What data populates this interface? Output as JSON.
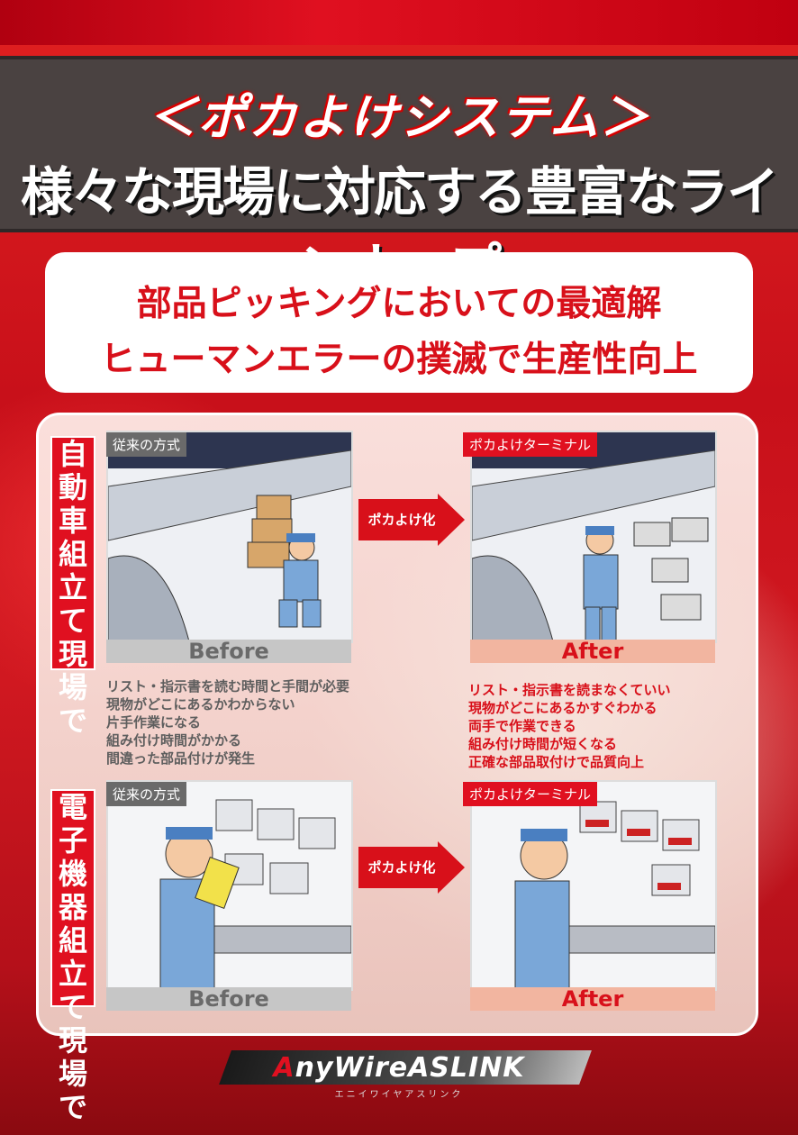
{
  "header": {
    "title": "＜ポカよけシステム＞",
    "subtitle": "様々な現場に対応する豊富なラインナップ"
  },
  "highlight": {
    "line1": "部品ピッキングにおいての最適解",
    "line2": "ヒューマンエラーの撲滅で生産性向上"
  },
  "sections": [
    {
      "label": "自動車組立て現場で",
      "before": {
        "tag": "従来の方式",
        "caption": "Before"
      },
      "arrow": "ポカよけ化",
      "after": {
        "tag": "ポカよけターミナル",
        "caption": "After"
      }
    },
    {
      "label": "電子機器組立て現場で",
      "before": {
        "tag": "従来の方式",
        "caption": "Before"
      },
      "arrow": "ポカよけ化",
      "after": {
        "tag": "ポカよけターミナル",
        "caption": "After"
      }
    }
  ],
  "before_points": [
    "リスト・指示書を読む時間と手間が必要",
    "現物がどこにあるかわからない",
    "片手作業になる",
    "組み付け時間がかかる",
    "間違った部品付けが発生"
  ],
  "after_points": [
    "リスト・指示書を読まなくていい",
    "現物がどこにあるかすぐわかる",
    "両手で作業できる",
    "組み付け時間が短くなる",
    "正確な部品取付けで品質向上"
  ],
  "footer": {
    "logo_a": "A",
    "logo_rest": "nyWireASLINK",
    "sublogo": "エニイワイヤアスリンク"
  },
  "colors": {
    "brand_red": "#d8101a",
    "dark_band": "#4a4241"
  }
}
